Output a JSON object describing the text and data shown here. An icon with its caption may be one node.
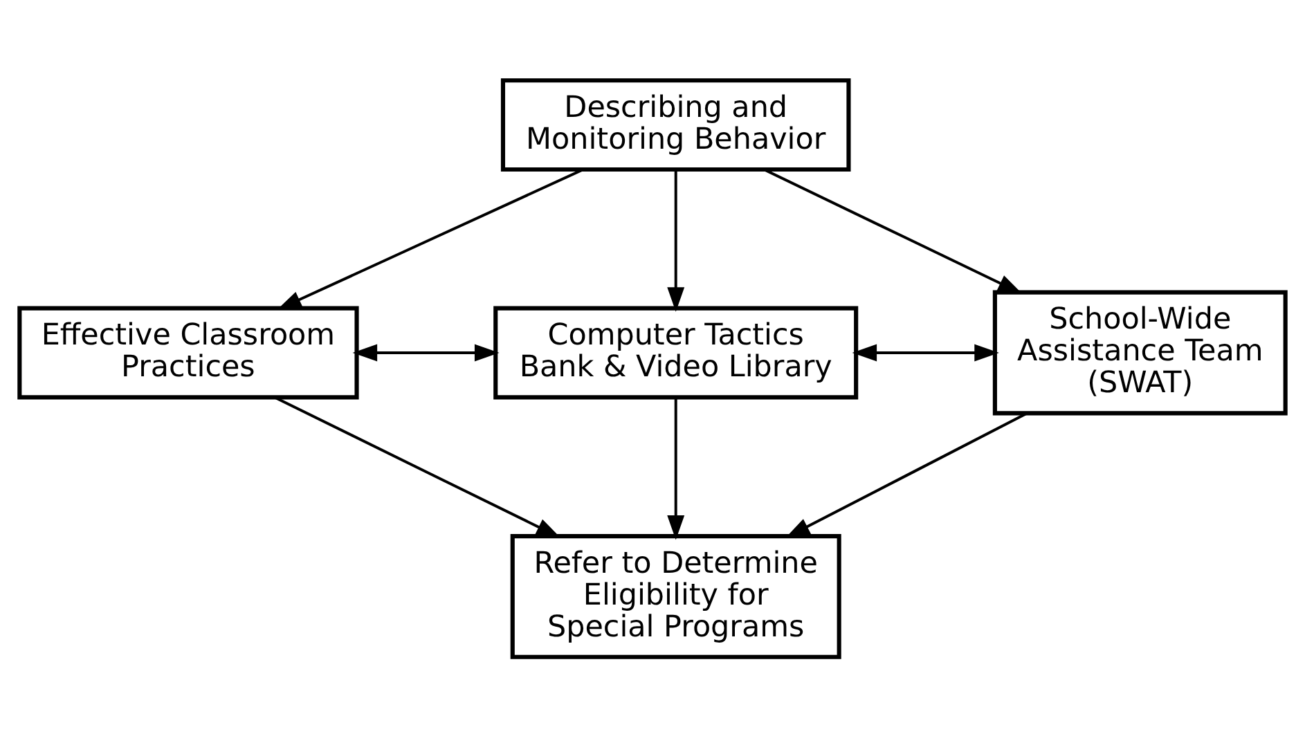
{
  "diagram": {
    "nodes": [
      {
        "text": [
          "Describing and Monitoring Behavior"
        ]
      },
      {
        "text": [
          "Effective Classroom Practices"
        ]
      },
      {
        "text": [
          "Computer Tactics Bank & Video Library"
        ]
      },
      {
        "text": [
          "School-Wide Assistance Team (SWAT)"
        ]
      },
      {
        "text": [
          "Refer to Determine Eligibility for Special Programs"
        ]
      }
    ],
    "edges": [
      {
        "from": 0,
        "to": 1,
        "arrow": "to"
      },
      {
        "from": 0,
        "to": 2,
        "arrow": "to"
      },
      {
        "from": 0,
        "to": 3,
        "arrow": "to"
      },
      {
        "from": 1,
        "to": 2,
        "arrow": "both"
      },
      {
        "from": 2,
        "to": 3,
        "arrow": "both"
      },
      {
        "from": 1,
        "to": 4,
        "arrow": "to"
      },
      {
        "from": 2,
        "to": 4,
        "arrow": "to"
      },
      {
        "from": 3,
        "to": 4,
        "arrow": "to"
      }
    ]
  }
}
